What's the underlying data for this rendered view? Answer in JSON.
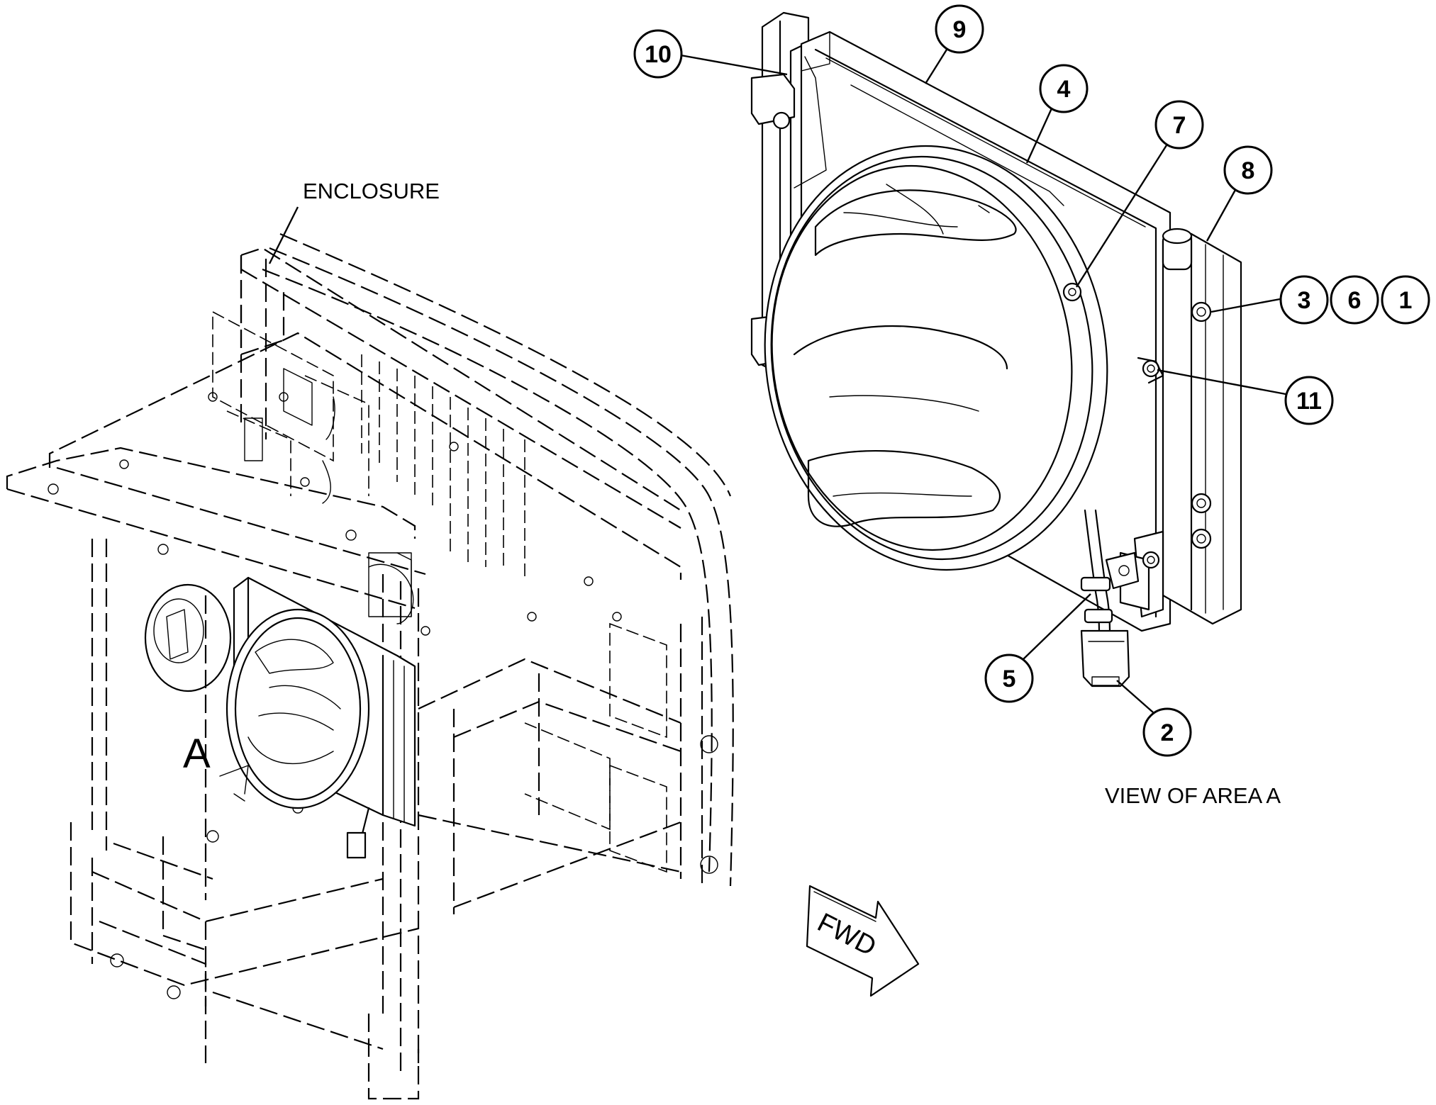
{
  "labels": {
    "enclosure": "ENCLOSURE",
    "area_marker": "A",
    "view_caption": "VIEW OF AREA A",
    "fwd_arrow": "FWD"
  },
  "callouts": [
    "1",
    "2",
    "3",
    "4",
    "5",
    "6",
    "7",
    "8",
    "9",
    "10",
    "11"
  ]
}
